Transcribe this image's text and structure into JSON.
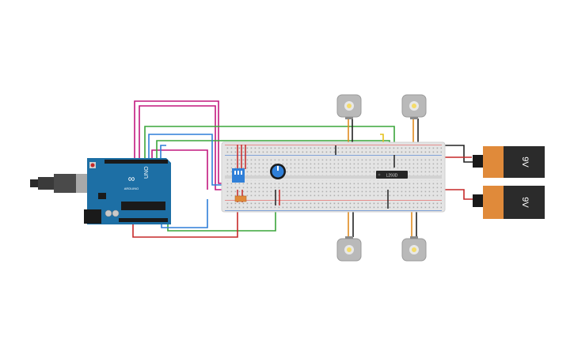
{
  "canvas": {
    "background": "#ffffff"
  },
  "arduino": {
    "model_label": "UNO",
    "brand_label": "ARDUINO",
    "board_color": "#1d6fa5"
  },
  "batteries": [
    {
      "label": "9V",
      "color": "#2b2b2b",
      "cap_color": "#e08a3a"
    },
    {
      "label": "9V",
      "color": "#2b2b2b",
      "cap_color": "#e08a3a"
    }
  ],
  "driver_chip": {
    "label": "L293D"
  },
  "motors": [
    {
      "name": "motor-top-left"
    },
    {
      "name": "motor-top-right"
    },
    {
      "name": "motor-bottom-left"
    },
    {
      "name": "motor-bottom-right"
    }
  ],
  "wire_colors": {
    "magenta": "#c2187e",
    "green": "#3aa53a",
    "blue": "#2f7fd8",
    "red": "#c62828",
    "orange": "#e08a1e",
    "black": "#222222",
    "yellow": "#e6c21b"
  }
}
